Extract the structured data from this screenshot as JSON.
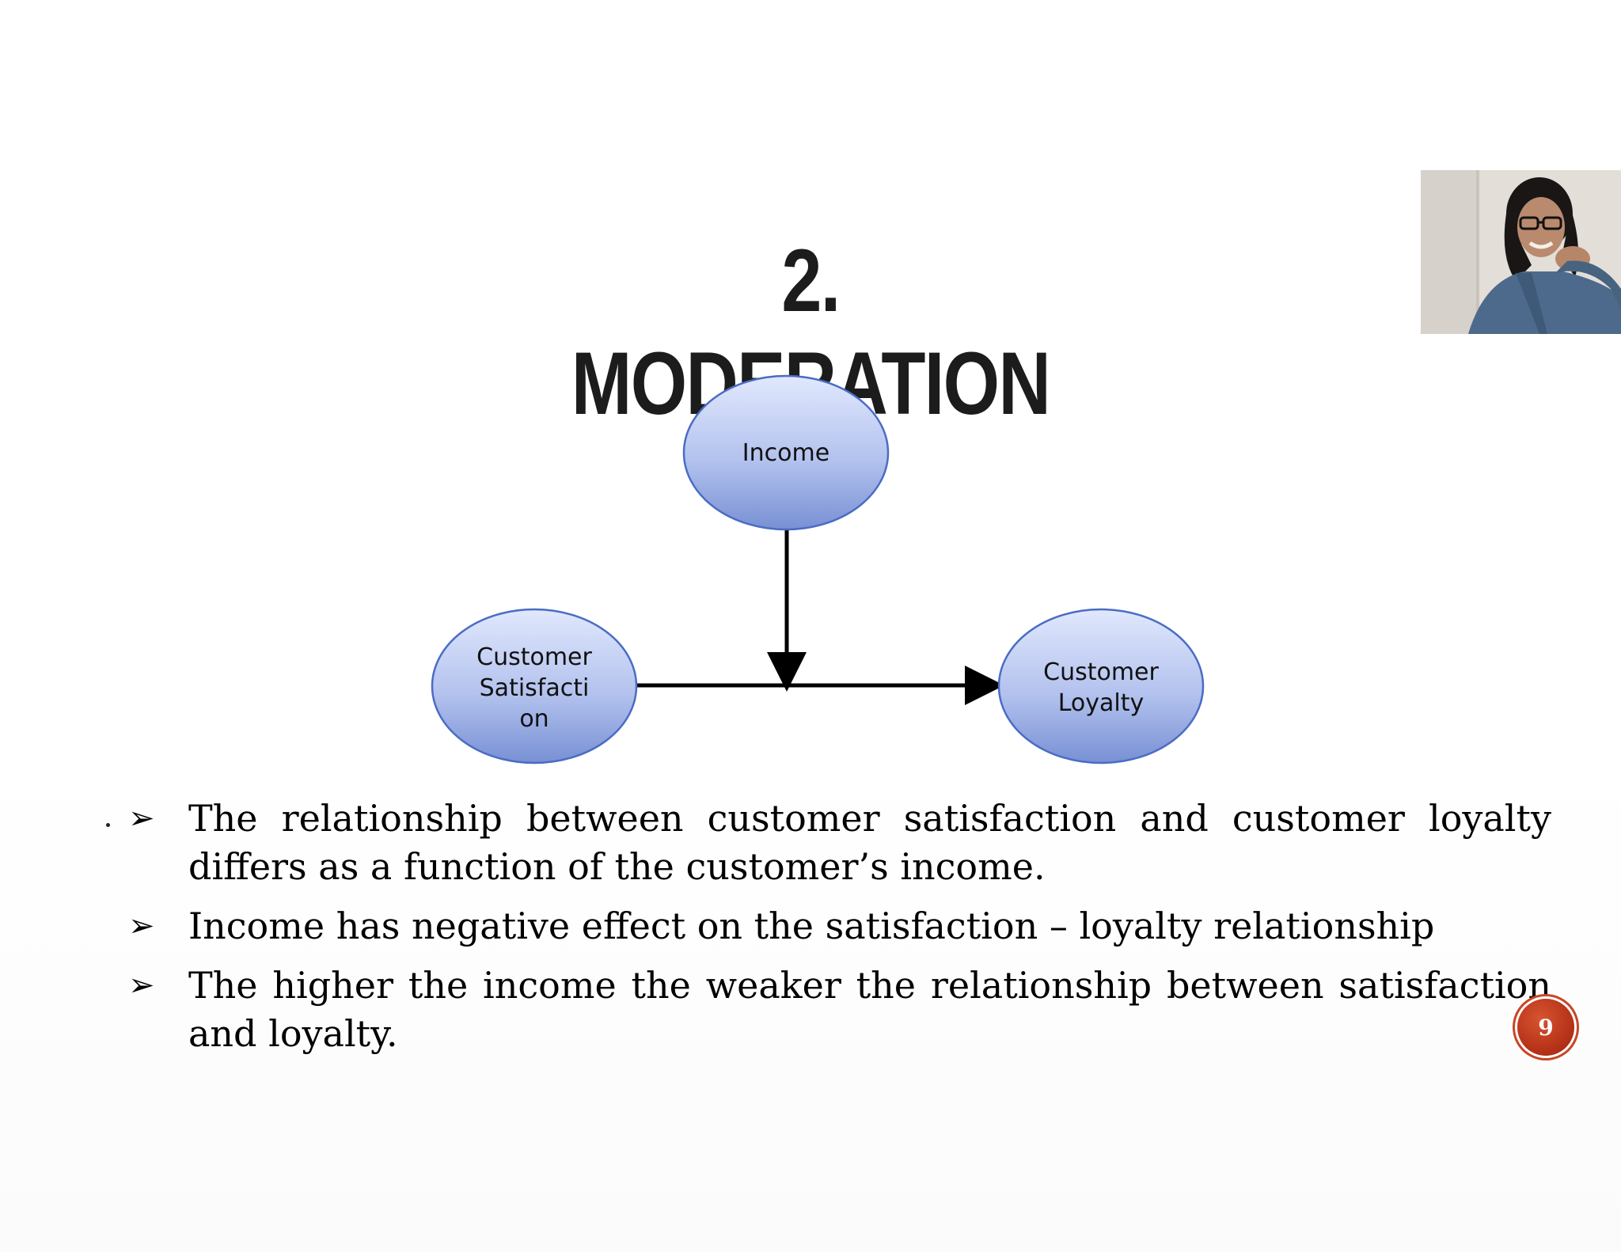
{
  "slide": {
    "title": "2. MODERATION",
    "page_number": "9"
  },
  "diagram": {
    "nodes": {
      "income": {
        "lines": [
          "Income"
        ]
      },
      "satisfaction": {
        "lines": [
          "Customer",
          "Satisfacti",
          "on"
        ]
      },
      "loyalty": {
        "lines": [
          "Customer",
          "Loyalty"
        ]
      }
    },
    "node_color_top": "#dce4fb",
    "node_color_bottom": "#7f99d8",
    "node_border": "#4a6cc4"
  },
  "bullets": [
    {
      "marker": "➢",
      "text": "The relationship between customer satisfaction and customer loyalty differs as a function of the customer’s income."
    },
    {
      "marker": "➢",
      "text": "Income has negative effect on the satisfaction – loyalty relationship"
    },
    {
      "marker": "➢",
      "text": "The higher the income the weaker the relationship between satisfaction and loyalty."
    }
  ],
  "colors": {
    "badge": "#b8341a",
    "text": "#000000"
  },
  "icons": {
    "bullet": "arrowhead-bullet-icon",
    "webcam": "participant-video-thumbnail"
  }
}
